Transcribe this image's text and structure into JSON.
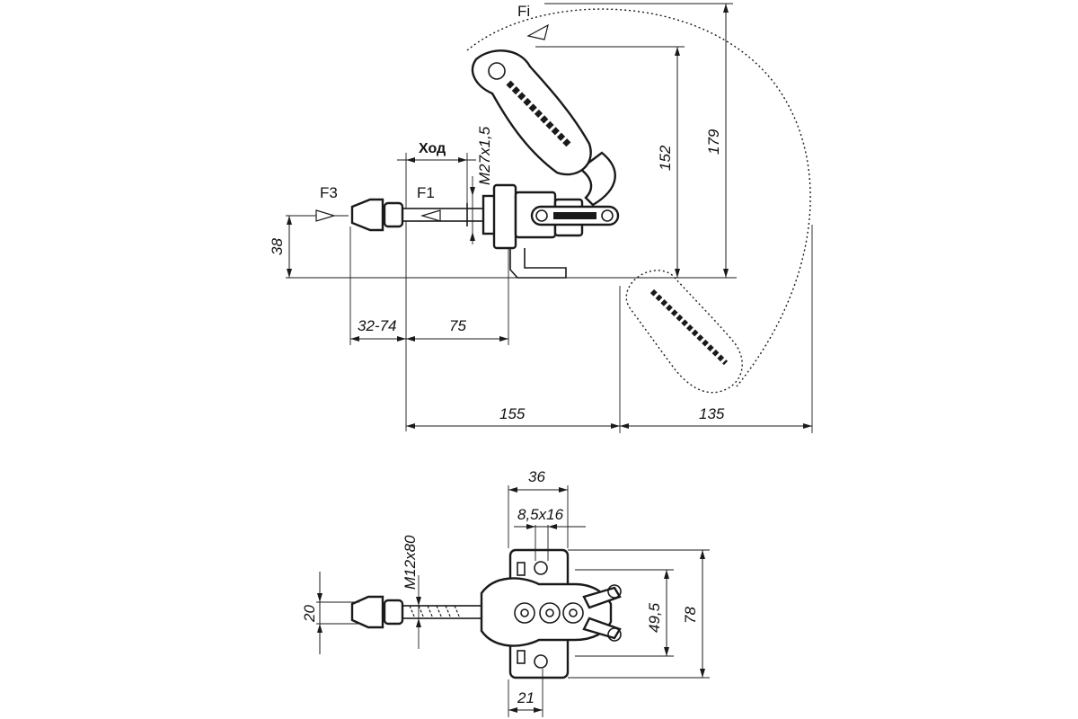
{
  "top_view": {
    "forces": {
      "f3": "F3",
      "f1": "F1",
      "fi": "Fi"
    },
    "stroke_label": "Ход",
    "thread": "M27x1,5",
    "dims": {
      "height_38": "38",
      "range_32_74": "32-74",
      "len_75": "75",
      "len_155": "155",
      "len_135": "135",
      "h_152": "152",
      "h_179": "179"
    }
  },
  "bottom_view": {
    "thread": "M12x80",
    "dims": {
      "w_36": "36",
      "slot": "8,5x16",
      "h_20": "20",
      "h_49_5": "49,5",
      "h_78": "78",
      "w_21": "21"
    }
  },
  "colors": {
    "line": "#1a1a1a",
    "background": "#ffffff"
  }
}
